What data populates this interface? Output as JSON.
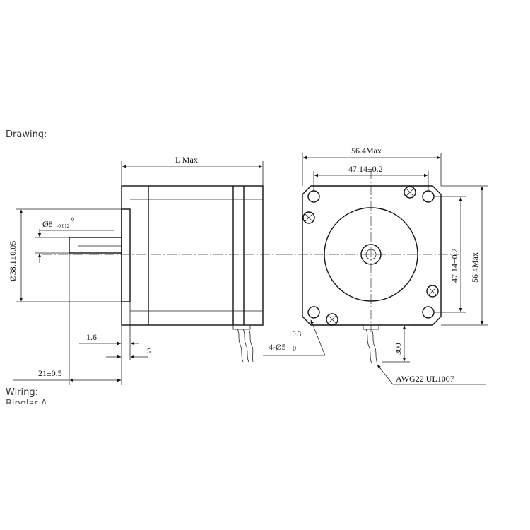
{
  "sections": {
    "drawing": "Drawing:",
    "wiring": "Wiring:",
    "wiring_sub": "Bipolar A"
  },
  "dimensions": {
    "length": "L Max",
    "shaft_dia_main": "Ø8",
    "shaft_dia_tol_upper": "0",
    "shaft_dia_tol_lower": "-0.012",
    "boss_dia": "Ø38.1±0.05",
    "flange_thickness": "1.6",
    "boss_height": "5",
    "shaft_length": "21±0.5",
    "width_max": "56.4Max",
    "hole_spacing_h": "47.14±0.2",
    "hole_spacing_v": "47.14±0.2",
    "height_max": "56.4Max",
    "holes_main": "4-Ø5",
    "holes_tol_upper": "+0.3",
    "holes_tol_lower": "0",
    "lead_length": "300",
    "wire_spec": "AWG22 UL1007"
  }
}
